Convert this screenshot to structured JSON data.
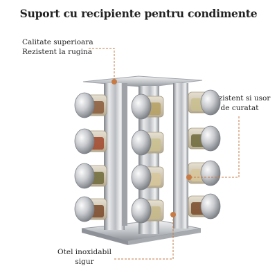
{
  "title": "Suport cu recipiente pentru condimente",
  "callouts": {
    "quality": {
      "line1": "Calitate superioara",
      "line2": "Rezistent la rugina"
    },
    "cleaning": {
      "line1": "Rezistent si usor",
      "line2": "de curatat"
    },
    "steel": {
      "line1": "Otel inoxidabil",
      "line2": "sigur"
    }
  },
  "colors": {
    "callout_line": "#c77a44",
    "steel_light": "#e9eaec",
    "steel_dark": "#8e9298",
    "glass": "#d8d2c6"
  },
  "icons": {
    "marker": "orange-dot"
  }
}
